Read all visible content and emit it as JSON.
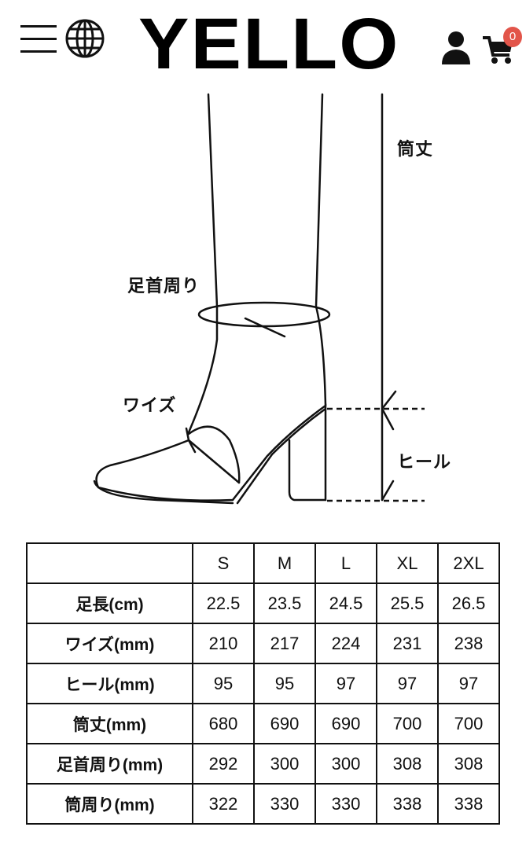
{
  "header": {
    "logo": "YELLO",
    "cart_count": "0",
    "icons": {
      "menu": "hamburger-menu-icon",
      "language": "globe-icon",
      "account": "user-icon",
      "cart": "shopping-cart-icon"
    },
    "badge_color": "#e2554a"
  },
  "diagram": {
    "labels": {
      "shaft_height": "筒丈",
      "ankle_circumference": "足首周り",
      "width": "ワイズ",
      "heel": "ヒール"
    }
  },
  "size_table": {
    "columns": [
      "S",
      "M",
      "L",
      "XL",
      "2XL"
    ],
    "rows": [
      {
        "label": "足長(cm)",
        "values": [
          "22.5",
          "23.5",
          "24.5",
          "25.5",
          "26.5"
        ]
      },
      {
        "label": "ワイズ(mm)",
        "values": [
          "210",
          "217",
          "224",
          "231",
          "238"
        ]
      },
      {
        "label": "ヒール(mm)",
        "values": [
          "95",
          "95",
          "97",
          "97",
          "97"
        ]
      },
      {
        "label": "筒丈(mm)",
        "values": [
          "680",
          "690",
          "690",
          "700",
          "700"
        ]
      },
      {
        "label": "足首周り(mm)",
        "values": [
          "292",
          "300",
          "300",
          "308",
          "308"
        ]
      },
      {
        "label": "筒周り(mm)",
        "values": [
          "322",
          "330",
          "330",
          "338",
          "338"
        ]
      }
    ]
  }
}
